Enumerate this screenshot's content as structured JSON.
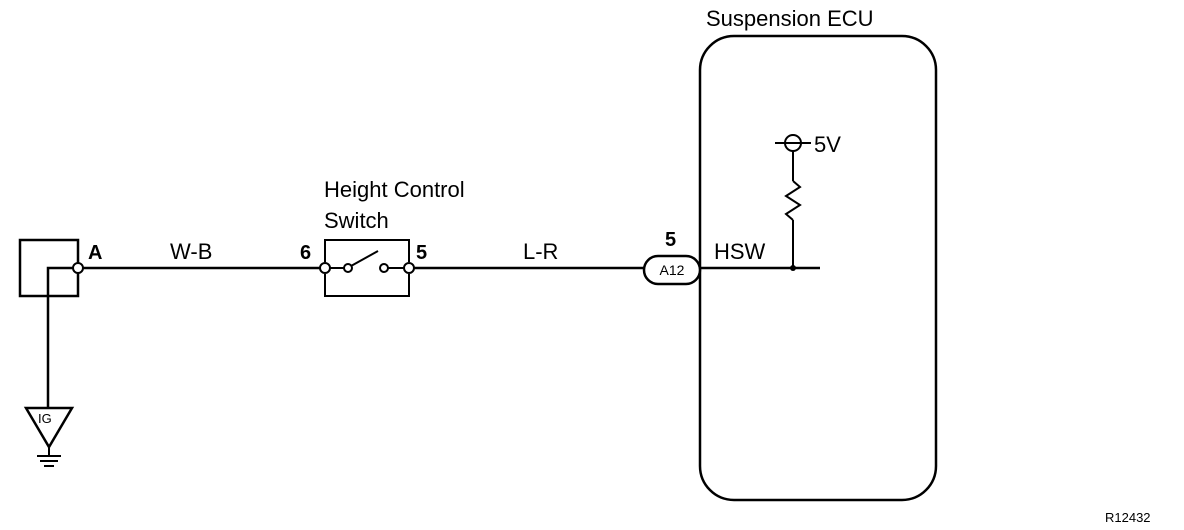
{
  "ecu": {
    "title": "Suspension ECU",
    "signal": "HSW",
    "supply": "5V"
  },
  "switch": {
    "title_line1": "Height Control",
    "title_line2": "Switch",
    "pin_left": "6",
    "pin_right": "5"
  },
  "source": {
    "connector": "A",
    "ground_label": "IG"
  },
  "wires": {
    "left": "W-B",
    "right": "L-R"
  },
  "connector": {
    "pin": "5",
    "code": "A12"
  },
  "figure_code": "R12432"
}
